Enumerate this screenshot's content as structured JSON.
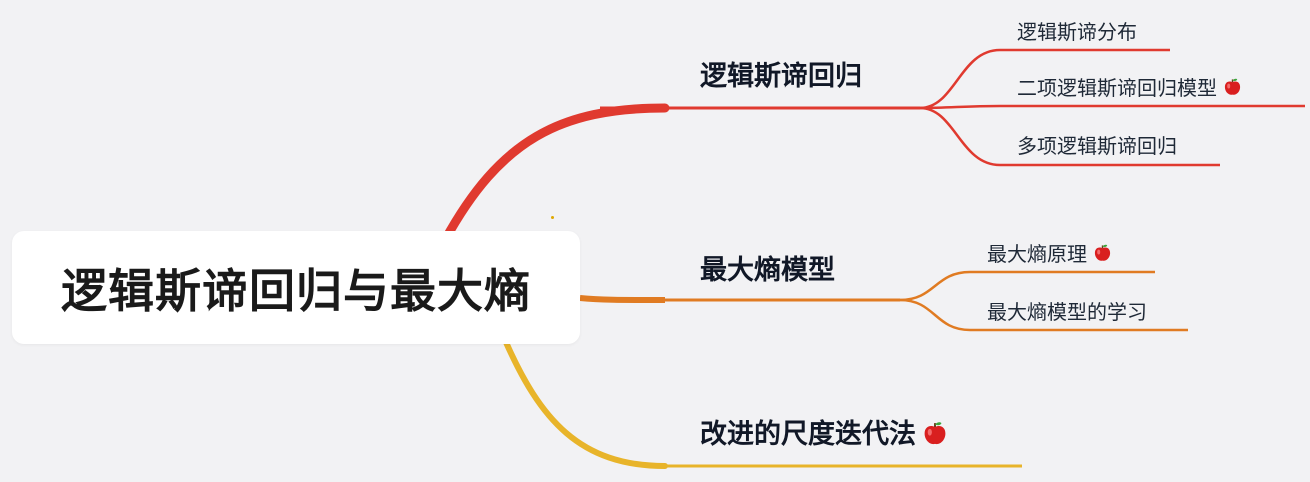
{
  "root": {
    "label": "逻辑斯谛回归与最大熵"
  },
  "branches": [
    {
      "label": "逻辑斯谛回归",
      "color": "#e03a2f",
      "starred": false,
      "children": [
        {
          "label": "逻辑斯谛分布",
          "starred": false
        },
        {
          "label": "二项逻辑斯谛回归模型",
          "starred": true
        },
        {
          "label": "多项逻辑斯谛回归",
          "starred": false
        }
      ]
    },
    {
      "label": "最大熵模型",
      "color": "#e07b22",
      "starred": false,
      "children": [
        {
          "label": "最大熵原理",
          "starred": true
        },
        {
          "label": "最大熵模型的学习",
          "starred": false
        }
      ]
    },
    {
      "label": "改进的尺度迭代法",
      "color": "#e8b42a",
      "starred": true,
      "children": []
    }
  ],
  "icons": {
    "star_marker": "apple-icon"
  }
}
